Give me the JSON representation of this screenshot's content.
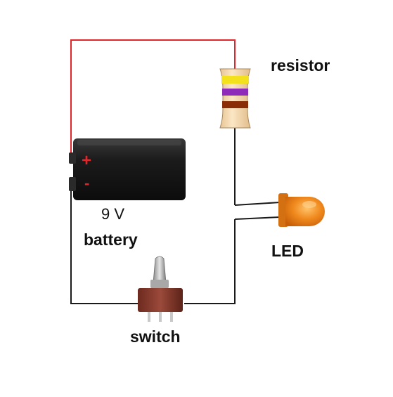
{
  "labels": {
    "resistor": "resistor",
    "voltage": "9 V",
    "battery": "battery",
    "led": "LED",
    "switch": "switch"
  },
  "terminals": {
    "positive": "+",
    "negative": "-"
  },
  "colors": {
    "positive_wire": "#e0262b",
    "wire": "#1a1a1a",
    "resistor_body": "#f6dcb4",
    "band_1": "#f2e11c",
    "band_2": "#8e2bb8",
    "band_3": "#8a2c06",
    "led": "#f08a1e",
    "battery": "#1c1c1c",
    "switch_body": "#8a3e30"
  }
}
